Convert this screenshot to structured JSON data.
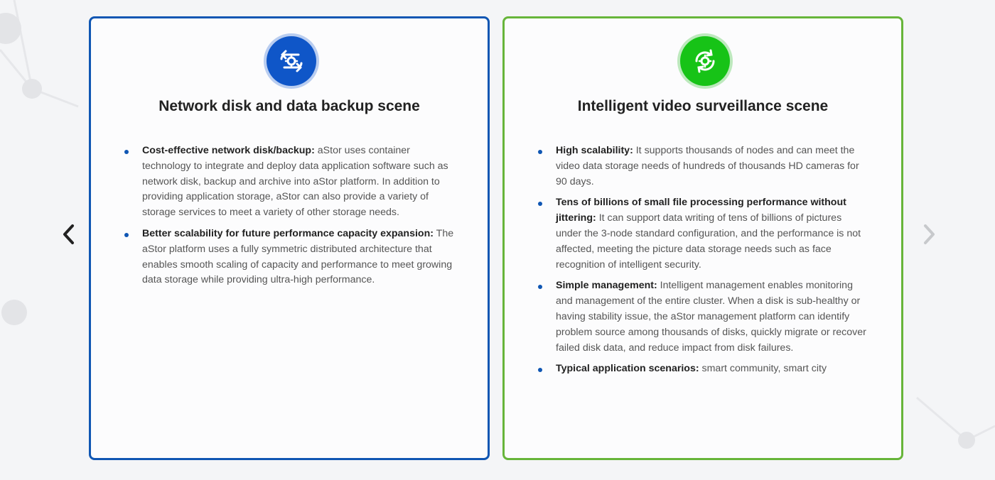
{
  "carousel": {
    "prev_icon": "chevron-left-icon",
    "next_icon": "chevron-right-icon"
  },
  "cards": [
    {
      "icon": "backup-sync-icon",
      "title": "Network disk and data backup scene",
      "items": [
        {
          "lead": "Cost-effective network disk/backup:",
          "text": " aStor uses container technology to integrate and deploy data application software such as network disk, backup and archive into aStor platform. In addition to providing application storage, aStor can also provide a variety of storage services to meet a variety of other storage needs."
        },
        {
          "lead": "Better scalability for future performance capacity expansion:",
          "text": " The aStor platform uses a fully symmetric distributed architecture that enables smooth scaling of capacity and performance to meet growing data storage while providing ultra-high performance."
        }
      ]
    },
    {
      "icon": "gear-cycle-icon",
      "title": "Intelligent video surveillance scene",
      "items": [
        {
          "lead": "High scalability:",
          "text": " It supports thousands of nodes and can meet the video data storage needs of hundreds of thousands HD cameras for 90 days."
        },
        {
          "lead": "Tens of billions of small file processing performance without jittering:",
          "text": " It can support data writing of tens of billions of pictures under the 3-node standard configuration, and the performance is not affected, meeting the picture data storage needs such as face recognition of intelligent security."
        },
        {
          "lead": "Simple management:",
          "text": " Intelligent management enables monitoring and management of the entire cluster. When a disk is sub-healthy or having stability issue, the aStor management platform can identify problem source among thousands of disks, quickly migrate or recover failed disk data, and reduce impact from disk failures."
        },
        {
          "lead": "Typical application scenarios:",
          "text": " smart community, smart city"
        }
      ]
    }
  ],
  "colors": {
    "blue_accent": "#0f56b3",
    "green_accent": "#67b53a"
  }
}
